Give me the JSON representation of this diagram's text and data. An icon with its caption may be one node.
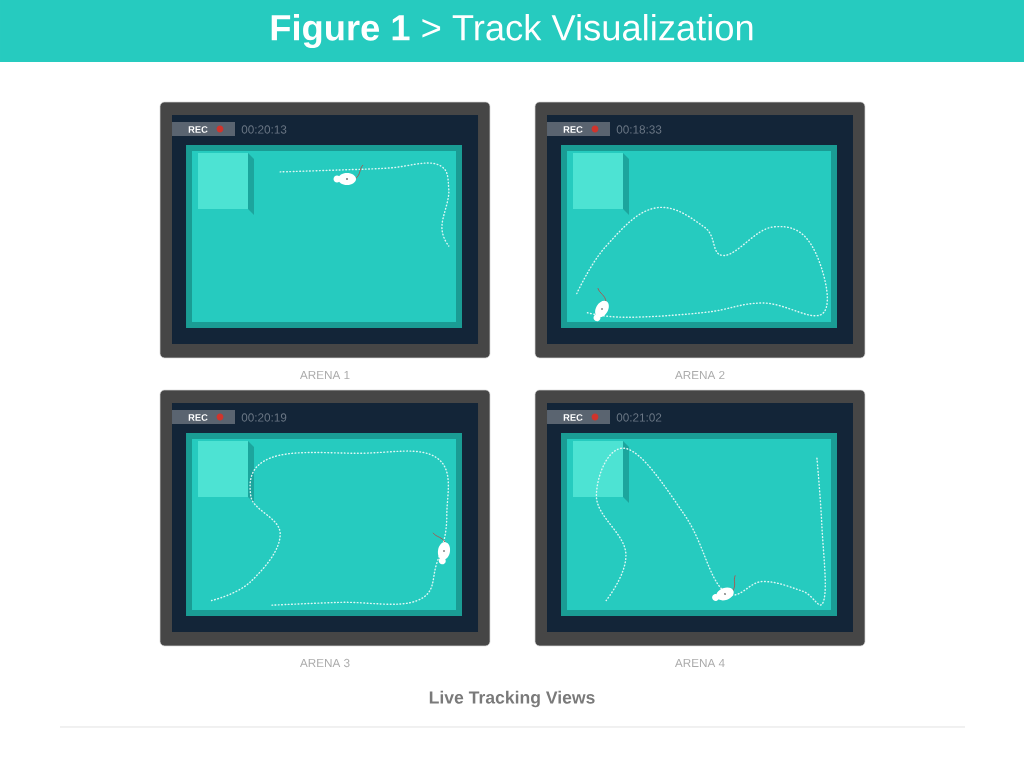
{
  "diagram": {
    "title": "**Figure 1** > Track Visualization",
    "caption": "Live Tracking Views",
    "nodes": [
      {
        "text": [
          "REC",
          "00:20:13"
        ],
        "beside": [
          "ARENA 1"
        ]
      },
      {
        "text": [
          "REC",
          "00:18:33"
        ],
        "beside": [
          "ARENA 2"
        ]
      },
      {
        "text": [
          "REC",
          "00:20:19"
        ],
        "beside": [
          "ARENA 3"
        ]
      },
      {
        "text": [
          "REC",
          "00:21:02"
        ],
        "beside": [
          "ARENA 4"
        ]
      }
    ]
  }
}
